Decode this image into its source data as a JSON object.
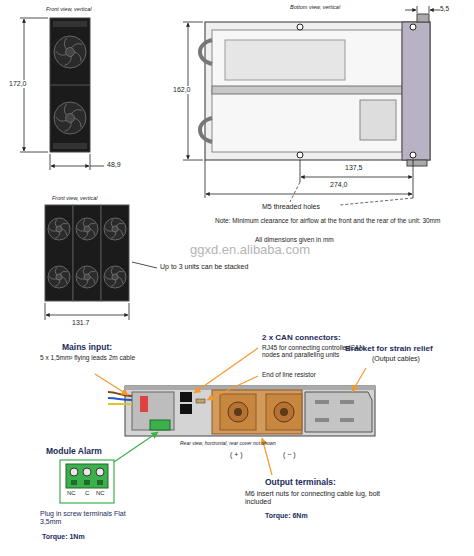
{
  "diagram": {
    "labels": [
      "Front view, vertical",
      "172,0",
      "48,9",
      "Bottom view, vertical",
      "5,5",
      "162,0",
      "137,5",
      "274,0",
      "M5 threaded holes",
      "Note: Minimum clearance for airflow at the front and the rear of the unit: 30mm",
      "All dimensions given in mm",
      "Front view, vertical",
      "Up to 3 units can be stacked",
      "131.7",
      "ggxd.en.alibaba.com",
      "2 x CAN connectors:",
      "RJ45 for connecting controller/CAN nodes and paralleling units",
      "End of line resistor",
      "Mains input:",
      "5 x 1,5mm² flying leads 2m cable",
      "Bracket for strain relief",
      "(Output cables)",
      "Module Alarm",
      "NC",
      "C",
      "NC",
      "Rear view, horizontal, rear cover not shown",
      "( + )",
      "( − )",
      "Output terminals:",
      "M6 insert nuts for connecting cable lug, bolt included",
      "Torque: 6Nm",
      "Plug in screw terminals Flat 3,5mm",
      "Torque: 1Nm"
    ]
  }
}
